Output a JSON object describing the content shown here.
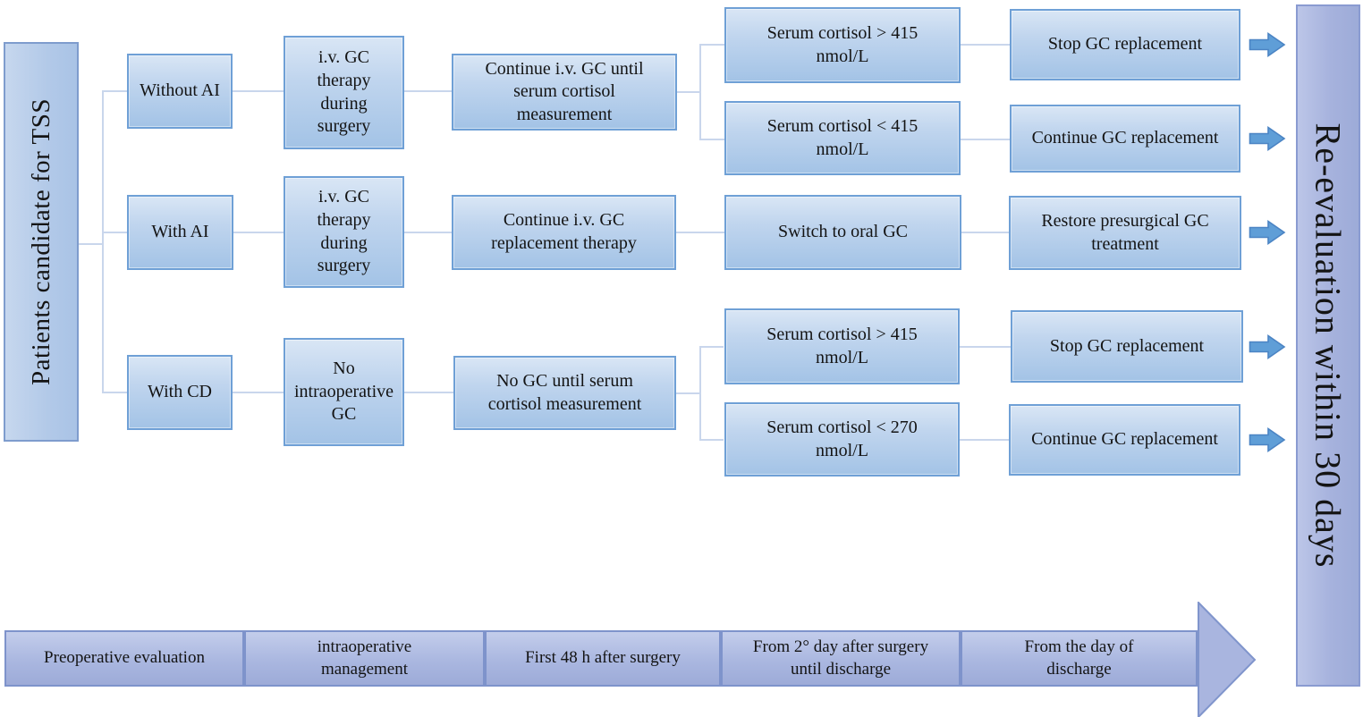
{
  "colors": {
    "box_border": "#6fa0d6",
    "box_fill_top": "#d9e6f5",
    "box_fill_bottom": "#a3c3e6",
    "band_fill": "#a9b5de",
    "band_border": "#7e93cb",
    "arrow_fill": "#5f9ed7",
    "arrow_border": "#4b84c4",
    "connector": "#c9d6ec",
    "text": "#141414"
  },
  "icons": {
    "flow_arrow": "right-block-arrow",
    "timeline_arrowhead": "right-triangle"
  },
  "root_box": {
    "label": "Patients candidate for TSS"
  },
  "rows": {
    "without_ai": {
      "branch": "Without AI",
      "therapy": "i.v. GC therapy during surgery",
      "management": "Continue i.v. GC until serum cortisol measurement",
      "outcome_high": "Serum cortisol > 415 nmol/L",
      "action_high": "Stop GC replacement",
      "outcome_low": "Serum cortisol < 415 nmol/L",
      "action_low": "Continue GC replacement"
    },
    "with_ai": {
      "branch": "With AI",
      "therapy": "i.v. GC therapy during surgery",
      "management": "Continue i.v. GC replacement therapy",
      "transition": "Switch to oral GC",
      "action": "Restore presurgical GC treatment"
    },
    "with_cd": {
      "branch": "With CD",
      "therapy": "No intraoperative GC",
      "management": "No GC until serum cortisol measurement",
      "outcome_high": "Serum cortisol > 415 nmol/L",
      "action_high": "Stop GC replacement",
      "outcome_low": "Serum cortisol < 270 nmol/L",
      "action_low": "Continue GC replacement"
    }
  },
  "reevaluation_box": {
    "label": "Re-evaluation within 30 days"
  },
  "timeline": {
    "segments": [
      "Preoperative evaluation",
      "intraoperative management",
      "First 48 h after surgery",
      "From 2° day after surgery until discharge",
      "From the day of discharge"
    ]
  }
}
